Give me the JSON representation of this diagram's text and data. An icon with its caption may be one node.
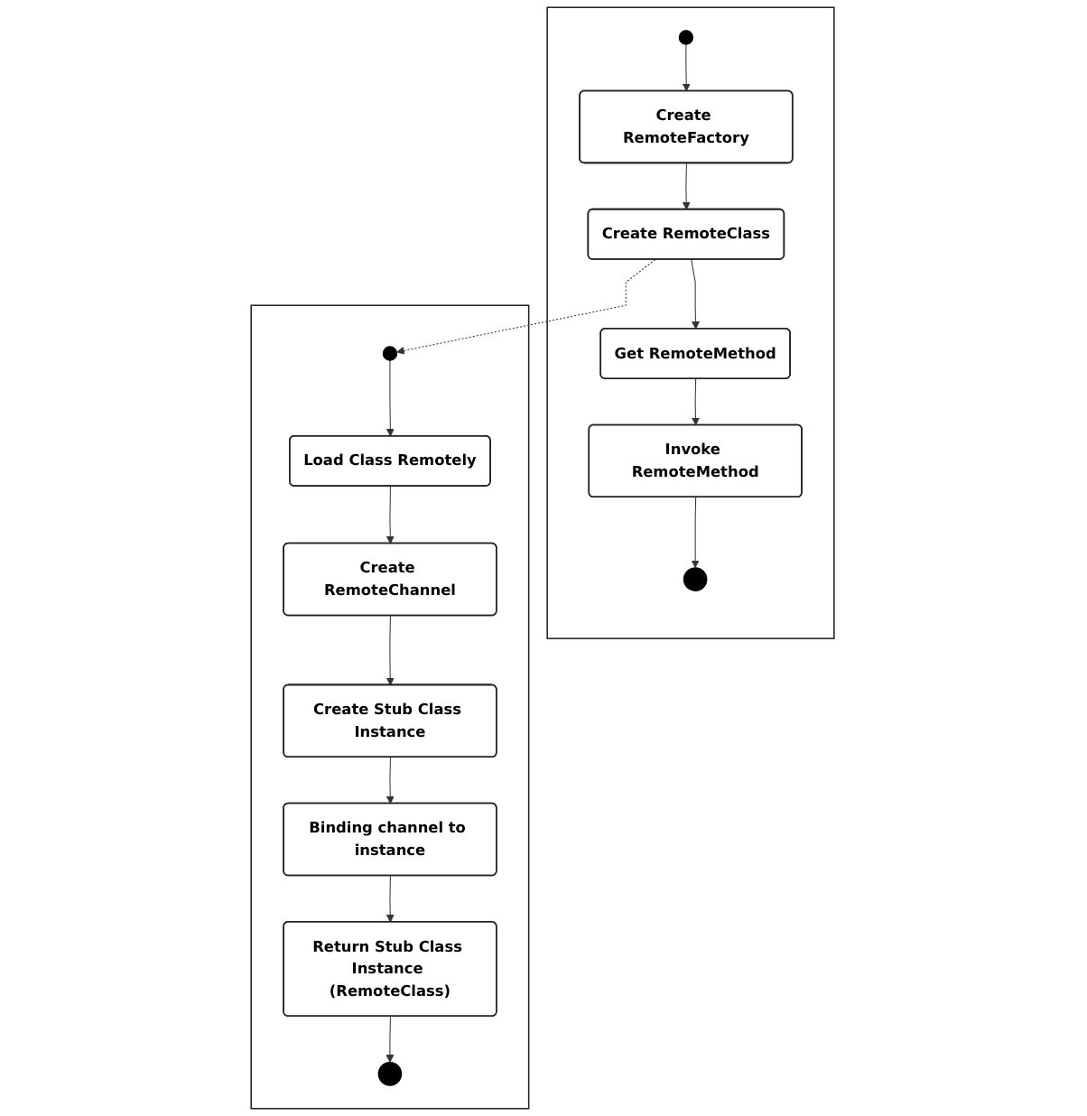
{
  "diagram": {
    "nodes": [
      {
        "text": [],
        "shape": "box"
      },
      {
        "text": [],
        "shape": "circle",
        "in": 0
      },
      {
        "text": [
          "Create RemoteFactory"
        ],
        "in": 0
      },
      {
        "text": [
          "Create RemoteClass"
        ],
        "in": 0
      },
      {
        "text": [
          "Get RemoteMethod"
        ],
        "in": 0
      },
      {
        "text": [
          "Invoke RemoteMethod"
        ],
        "in": 0
      },
      {
        "text": [],
        "shape": "circle",
        "in": 0
      },
      {
        "text": [],
        "shape": "box"
      },
      {
        "text": [],
        "shape": "circle",
        "in": 7
      },
      {
        "text": [
          "Load Class Remotely"
        ],
        "in": 7
      },
      {
        "text": [
          "Create RemoteChannel"
        ],
        "in": 7
      },
      {
        "text": [
          "Create Stub Class Instance"
        ],
        "in": 7
      },
      {
        "text": [
          "Binding channel to instance"
        ],
        "in": 7
      },
      {
        "text": [
          "Return Stub Class Instance (RemoteClass)"
        ],
        "in": 7
      },
      {
        "text": [],
        "shape": "circle",
        "in": 7
      }
    ],
    "edges": [
      {
        "from": 1,
        "to": 2,
        "arrow": "to"
      },
      {
        "from": 2,
        "to": 3,
        "arrow": "to"
      },
      {
        "from": 3,
        "to": 4,
        "arrow": "to"
      },
      {
        "from": 4,
        "to": 5,
        "arrow": "to"
      },
      {
        "from": 5,
        "to": 6,
        "arrow": "to"
      },
      {
        "from": 3,
        "to": 8,
        "arrow": "to",
        "style": "dashed"
      },
      {
        "from": 8,
        "to": 9,
        "arrow": "to"
      },
      {
        "from": 9,
        "to": 10,
        "arrow": "to"
      },
      {
        "from": 10,
        "to": 11,
        "arrow": "to"
      },
      {
        "from": 11,
        "to": 12,
        "arrow": "to"
      },
      {
        "from": 12,
        "to": 13,
        "arrow": "to"
      },
      {
        "from": 13,
        "to": 14,
        "arrow": "to"
      }
    ]
  }
}
